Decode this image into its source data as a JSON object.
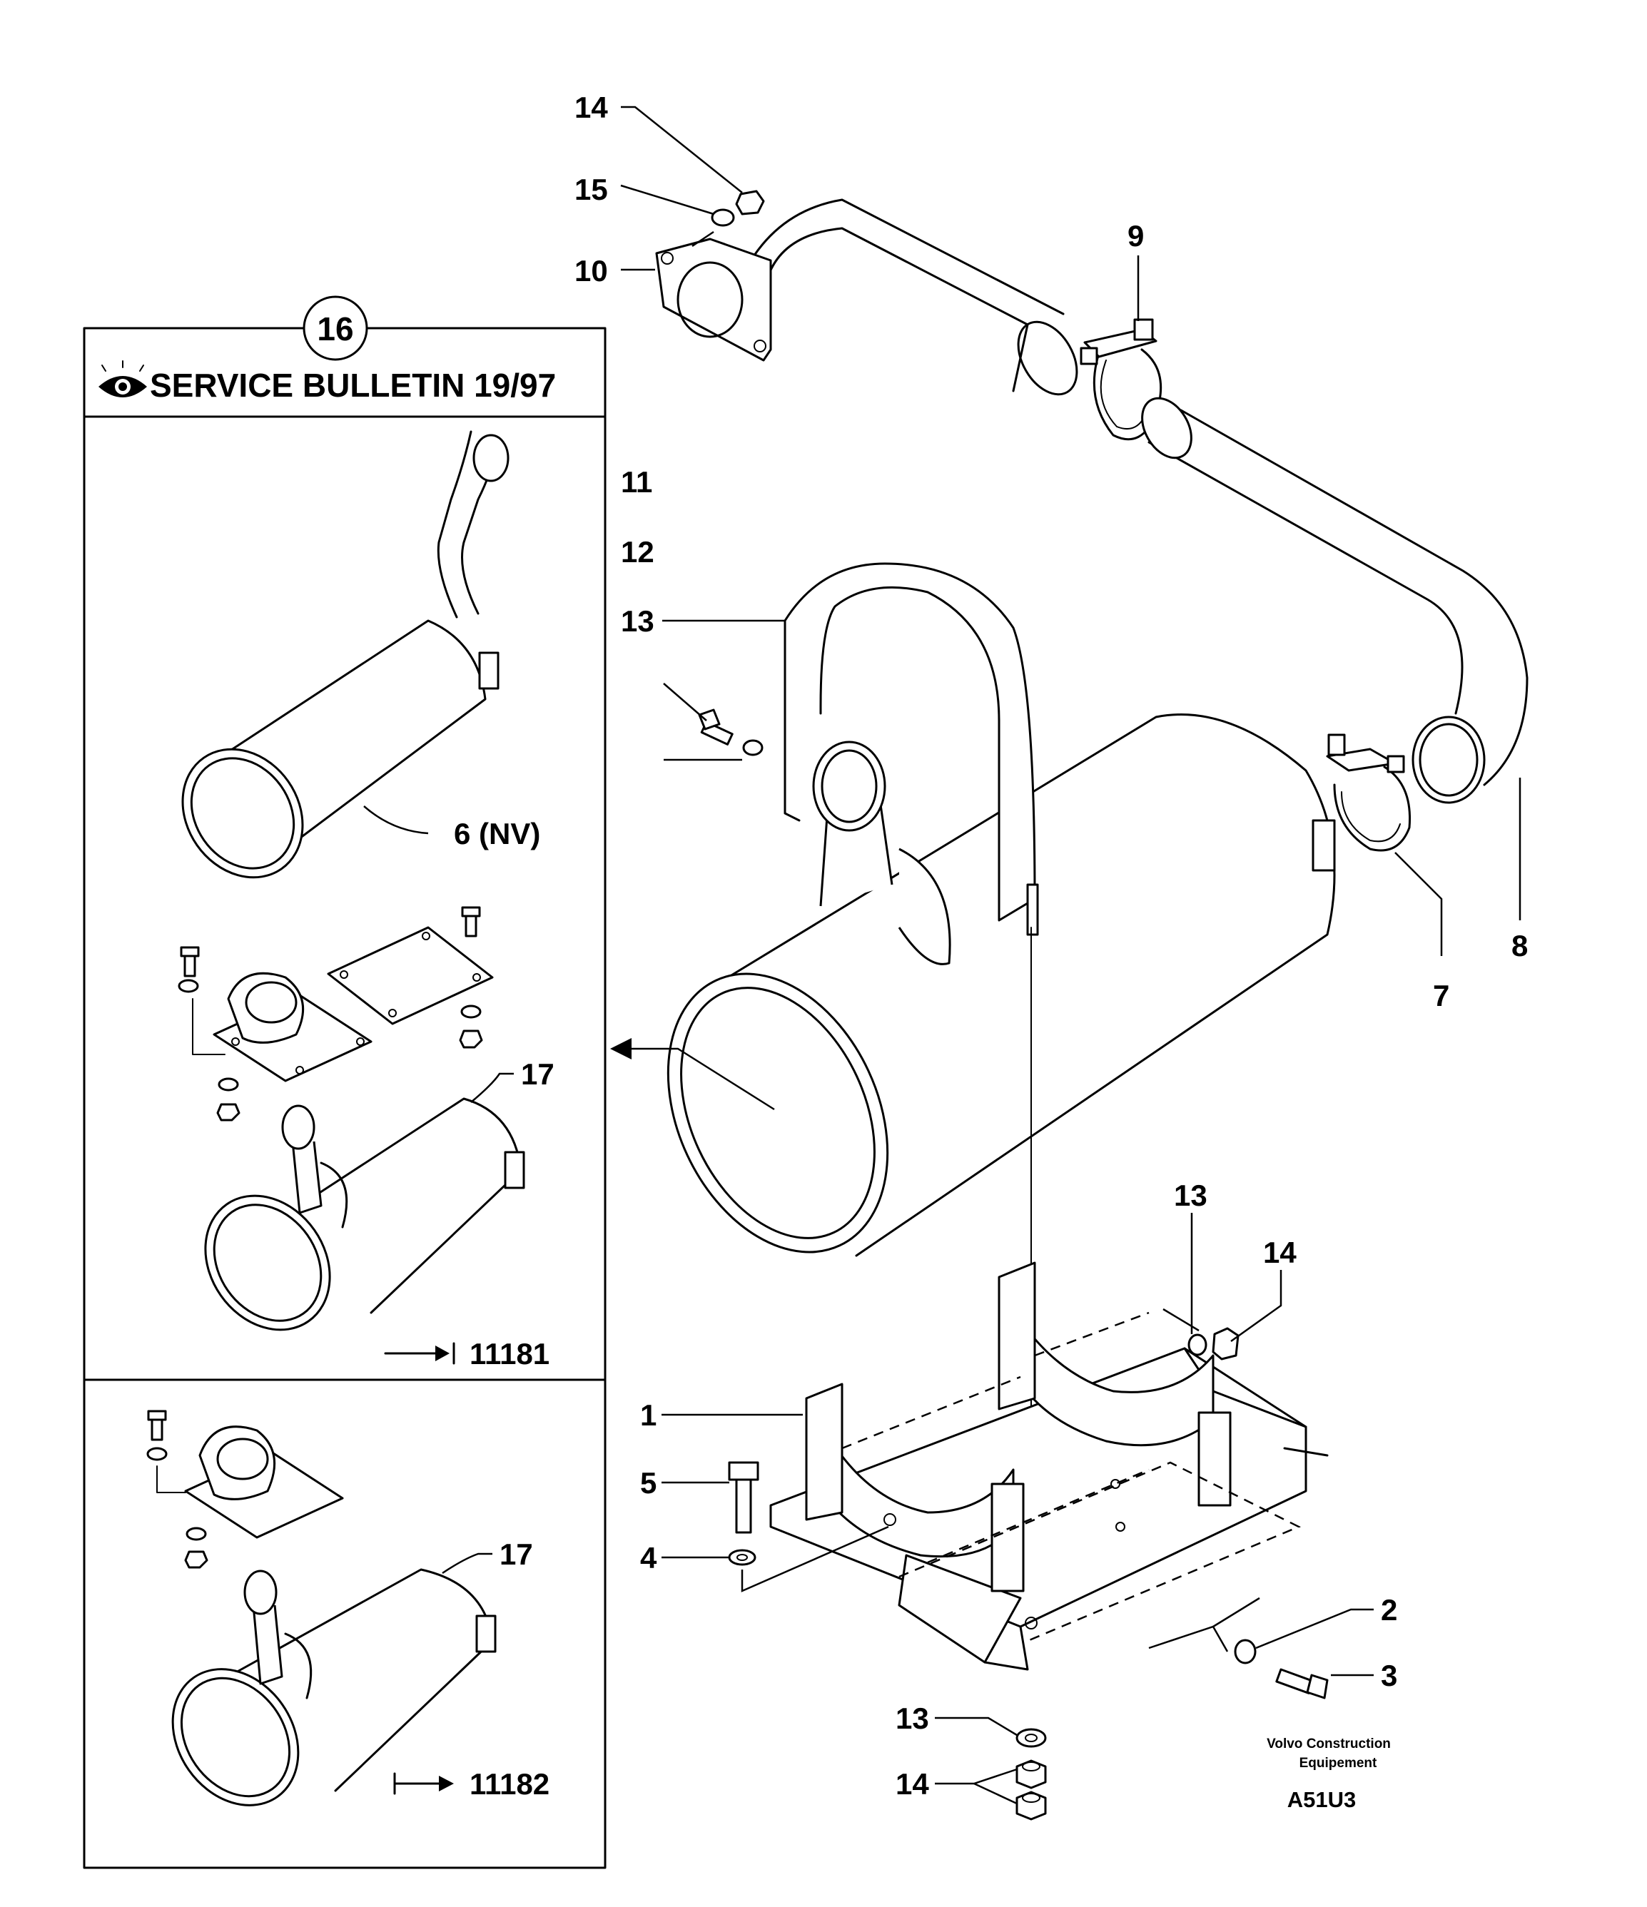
{
  "callouts": {
    "c14_top": "14",
    "c15_top": "15",
    "c10": "10",
    "c9": "9",
    "c11": "11",
    "c12": "12",
    "c13_strap": "13",
    "c8": "8",
    "c7": "7",
    "c13_right": "13",
    "c14_right": "14",
    "c1": "1",
    "c5": "5",
    "c4": "4",
    "c2": "2",
    "c3": "3",
    "c13_bottom": "13",
    "c14_bottom": "14"
  },
  "service_panel": {
    "badge": "16",
    "bulletin": "SERVICE BULLETIN 19/97",
    "label_6": "6 (NV)",
    "label_17a": "17",
    "serial_a": "11181",
    "label_17b": "17",
    "serial_b": "11182"
  },
  "footer": {
    "company_line1": "Volvo Construction",
    "company_line2": "Equipement",
    "drawing_code": "A51U3"
  },
  "icons": [
    "eye-icon",
    "arrow-to-bar-icon",
    "bar-to-arrow-icon"
  ]
}
